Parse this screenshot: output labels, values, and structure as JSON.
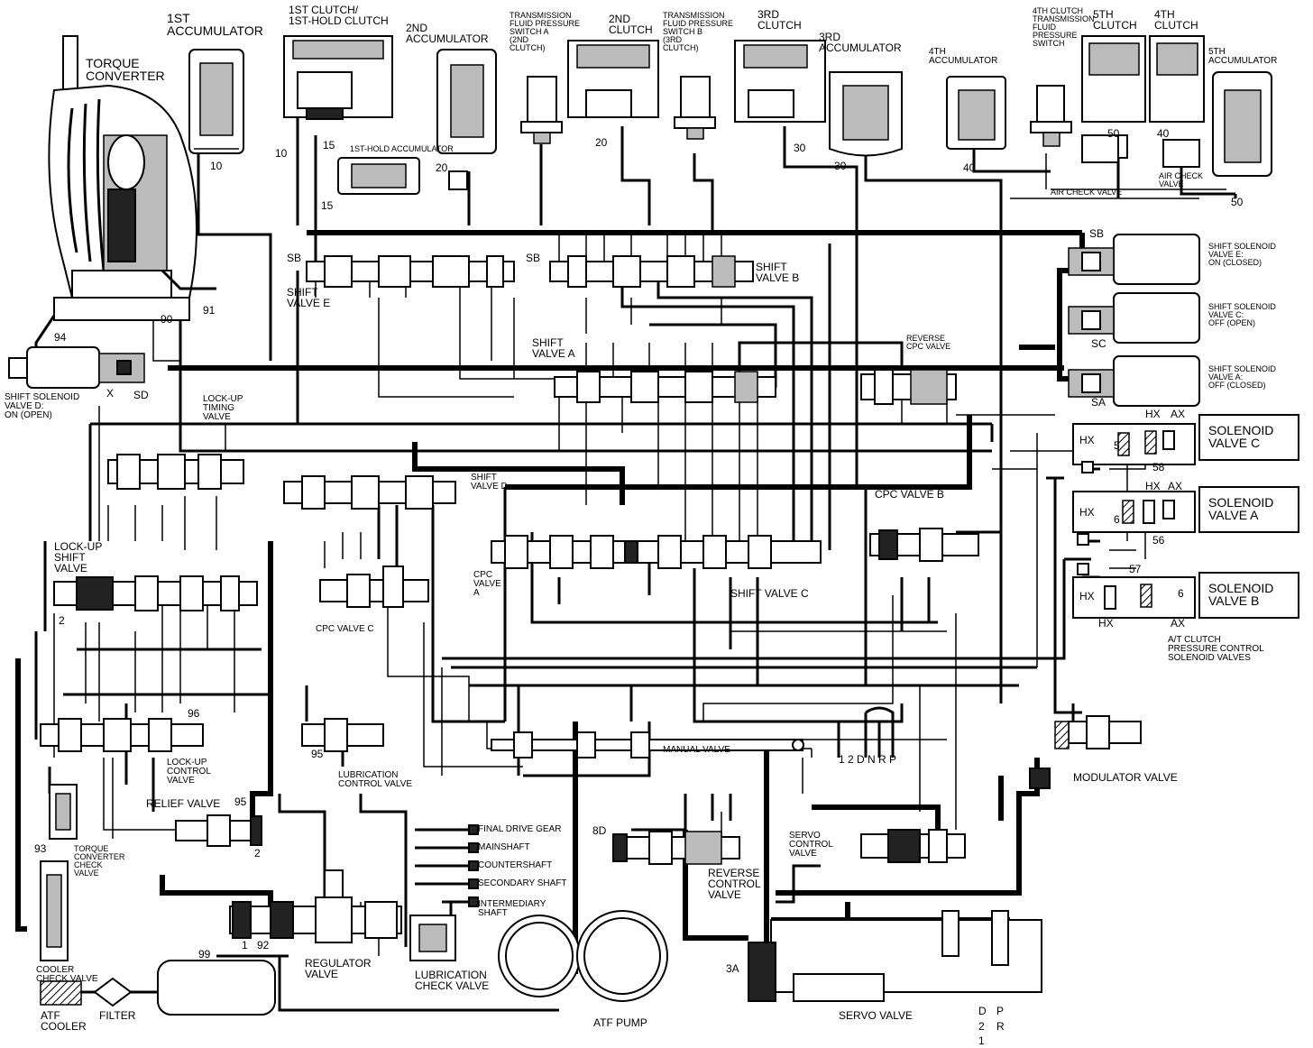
{
  "components": {
    "torque_converter": "TORQUE\nCONVERTER",
    "accumulator_1st": "1ST\nACCUMULATOR",
    "clutch_1st": "1ST CLUTCH/\n1ST-HOLD CLUTCH",
    "accumulator_2nd": "2ND\nACCUMULATOR",
    "switch_a": "TRANSMISSION\nFLUID PRESSURE\nSWITCH A\n(2ND\nCLUTCH)",
    "clutch_2nd": "2ND\nCLUTCH",
    "switch_b": "TRANSMISSION\nFLUID PRESSURE\nSWITCH B\n(3RD\nCLUTCH)",
    "clutch_3rd": "3RD\nCLUTCH",
    "accumulator_3rd": "3RD\nACCUMULATOR",
    "accumulator_4th": "4TH\nACCUMULATOR",
    "switch_4th": "4TH CLUTCH\nTRANSMISSION\nFLUID\nPRESSURE\nSWITCH",
    "clutch_5th": "5TH\nCLUTCH",
    "clutch_4th": "4TH\nCLUTCH",
    "accumulator_5th": "5TH\nACCUMULATOR",
    "hold_accumulator": "1ST-HOLD ACCUMULATOR",
    "air_check_valve_1": "AIR CHECK VALVE",
    "air_check_valve_2": "AIR CHECK\nVALVE",
    "shift_solenoid_e": "SHIFT SOLENOID\nVALVE E:\nON (CLOSED)",
    "shift_solenoid_c": "SHIFT SOLENOID\nVALVE C:\nOFF (OPEN)",
    "shift_solenoid_a": "SHIFT SOLENOID\nVALVE A:\nOFF (CLOSED)",
    "shift_solenoid_d": "SHIFT SOLENOID\nVALVE D:\nON (OPEN)",
    "shift_valve_e": "SHIFT\nVALVE E",
    "shift_valve_b": "SHIFT\nVALVE B",
    "shift_valve_a": "SHIFT\nVALVE A",
    "shift_valve_d": "SHIFT\nVALVE D",
    "shift_valve_c": "SHIFT VALVE C",
    "reverse_cpc_valve": "REVERSE\nCPC VALVE",
    "lockup_timing_valve": "LOCK-UP\nTIMING\nVALVE",
    "lockup_shift_valve": "LOCK-UP\nSHIFT\nVALVE",
    "cpc_valve_a": "CPC\nVALVE\nA",
    "cpc_valve_b": "CPC VALVE B",
    "cpc_valve_c": "CPC VALVE C",
    "solenoid_valve_c": "SOLENOID\nVALVE C",
    "solenoid_valve_a": "SOLENOID\nVALVE A",
    "solenoid_valve_b": "SOLENOID\nVALVE B",
    "at_clutch_solenoids": "A/T CLUTCH\nPRESSURE CONTROL\nSOLENOID VALVES",
    "lockup_control_valve": "LOCK-UP\nCONTROL\nVALVE",
    "lubrication_control_valve": "LUBRICATION\nCONTROL VALVE",
    "manual_valve": "MANUAL VALVE",
    "modulator_valve": "MODULATOR VALVE",
    "relief_valve": "RELIEF VALVE",
    "torque_converter_check_valve": "TORQUE\nCONVERTER\nCHECK\nVALVE",
    "servo_control_valve": "SERVO\nCONTROL\nVALVE",
    "reverse_control_valve": "REVERSE\nCONTROL\nVALVE",
    "regulator_valve": "REGULATOR\nVALVE",
    "lubrication_check_valve": "LUBRICATION\nCHECK VALVE",
    "cooler_check_valve": "COOLER\nCHECK VALVE",
    "atf_cooler": "ATF\nCOOLER",
    "filter": "FILTER",
    "atf_pump": "ATF PUMP",
    "servo_valve": "SERVO VALVE"
  },
  "shafts": [
    "FINAL DRIVE GEAR",
    "MAINSHAFT",
    "COUNTERSHAFT",
    "SECONDARY SHAFT",
    "INTERMEDIARY\nSHAFT"
  ],
  "manual_positions": "1 2 D N R P",
  "servo_positions": [
    "D",
    "2",
    "1",
    "P",
    "R"
  ],
  "port_labels": {
    "p10": "10",
    "p15a": "15",
    "p15b": "15",
    "p20a": "20",
    "p20b": "20",
    "p30a": "30",
    "p30b": "30",
    "p40a": "40",
    "p40b": "40",
    "p50a": "50",
    "p50b": "50",
    "p90": "90",
    "p91": "91",
    "p94": "94",
    "sb1": "SB",
    "sb2": "SB",
    "sb3": "SB",
    "sc": "SC",
    "sa": "SA",
    "sd": "SD",
    "x": "X",
    "n2": "2",
    "n1": "1",
    "n92": "92",
    "n93": "93",
    "n95": "95",
    "n96": "96",
    "n99": "99",
    "n3a": "3A",
    "n8d": "8D"
  },
  "solenoid_block": {
    "hx": "HX",
    "ax": "AX",
    "n5": "5",
    "n6": "6",
    "n56": "56",
    "n57": "57",
    "n58": "58"
  }
}
